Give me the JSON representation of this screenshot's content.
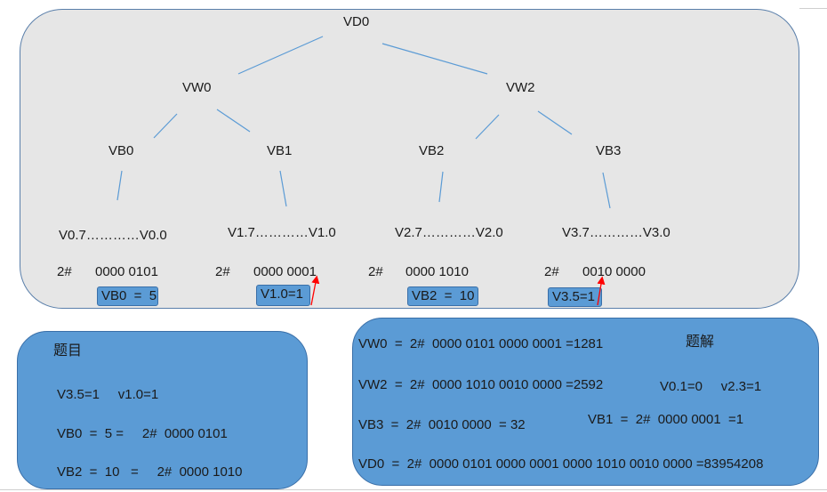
{
  "tree": {
    "root": "VD0",
    "words": [
      "VW0",
      "VW2"
    ],
    "bytes": [
      "VB0",
      "VB1",
      "VB2",
      "VB3"
    ],
    "bit_ranges": [
      "V0.7…………V0.0",
      "V1.7…………V1.0",
      "V2.7…………V2.0",
      "V3.7…………V3.0"
    ],
    "binary_prefix": "2#",
    "binary_values": [
      "0000 0101",
      "0000 0001",
      "0000 1010",
      "0010 0000"
    ],
    "value_boxes": [
      "VB0  =  5",
      "V1.0=1",
      "VB2  =  10",
      "V3.5=1"
    ]
  },
  "topic": {
    "title": "题目",
    "lines": [
      "V3.5=1     v1.0=1",
      "VB0  =  5 =     2#  0000 0101",
      "VB2  =  10   =     2#  0000 1010"
    ]
  },
  "solution": {
    "title": "题解",
    "vw0": "VW0  =  2#  0000 0101 0000 0001 =1281",
    "vw2": "VW2  =  2#  0000 1010 0010 0000 =2592",
    "bits": "V0.1=0     v2.3=1",
    "vb3": "VB3  =  2#  0010 0000  = 32",
    "vb1": "VB1  =  2#  0000 0001  =1",
    "vd0": "VD0  =  2#  0000 0101 0000 0001 0000 1010 0010 0000 =83954208"
  },
  "colors": {
    "tree_bg": "#e6e6e6",
    "panel_blue": "#5b9bd5",
    "connector": "#5b9bd5",
    "arrow": "#ff0000"
  }
}
